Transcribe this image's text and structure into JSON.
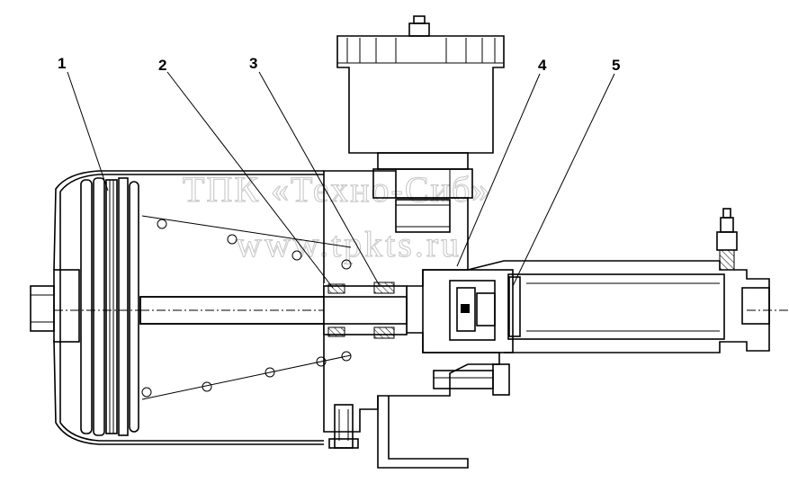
{
  "watermark": {
    "line1": "ТПК «Техно-Сиб»",
    "line2": "www.tpkts.ru"
  },
  "callouts": [
    {
      "id": "1",
      "label": "1"
    },
    {
      "id": "2",
      "label": "2"
    },
    {
      "id": "3",
      "label": "3"
    },
    {
      "id": "4",
      "label": "4"
    },
    {
      "id": "5",
      "label": "5"
    }
  ]
}
